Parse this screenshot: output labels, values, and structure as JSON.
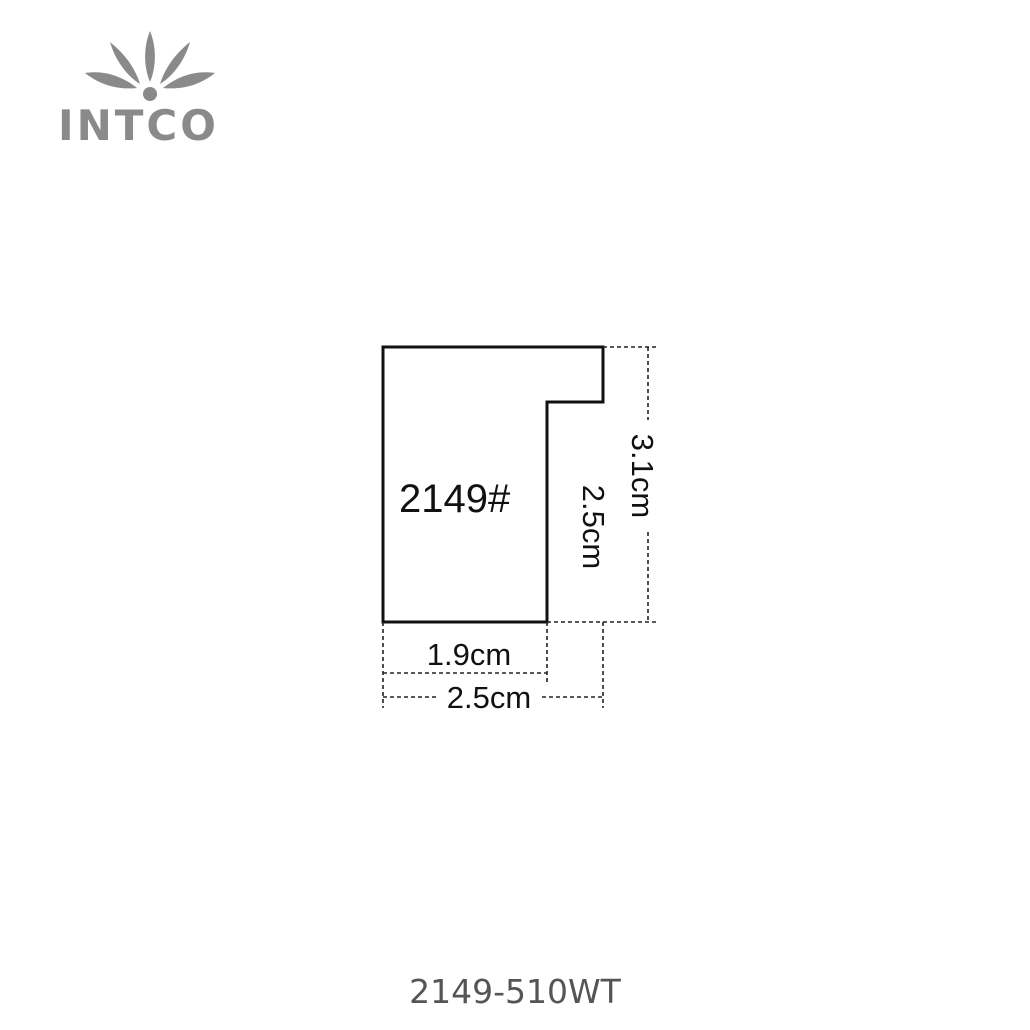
{
  "logo": {
    "text": "INTCO",
    "color": "#8a8a8a",
    "icon": "sunburst-icon"
  },
  "profile": {
    "label": "2149#"
  },
  "dimensions": {
    "total_height": "3.1cm",
    "inner_height": "2.5cm",
    "inner_width": "1.9cm",
    "total_width": "2.5cm"
  },
  "caption": {
    "text": "2149-510WT"
  }
}
